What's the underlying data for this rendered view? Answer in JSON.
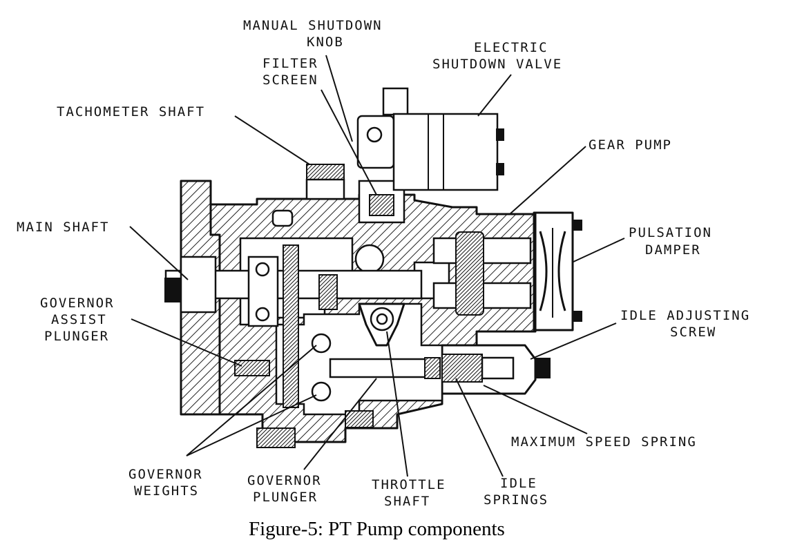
{
  "diagram": {
    "labels": {
      "manual_shutdown_knob_1": "MANUAL SHUTDOWN",
      "manual_shutdown_knob_2": "KNOB",
      "electric_shutdown_valve_1": "ELECTRIC",
      "electric_shutdown_valve_2": "SHUTDOWN VALVE",
      "filter_screen_1": "FILTER",
      "filter_screen_2": "SCREEN",
      "tachometer_shaft": "TACHOMETER SHAFT",
      "gear_pump": "GEAR PUMP",
      "main_shaft": "MAIN SHAFT",
      "pulsation_damper_1": "PULSATION",
      "pulsation_damper_2": "DAMPER",
      "governor_assist_plunger_1": "GOVERNOR",
      "governor_assist_plunger_2": "ASSIST",
      "governor_assist_plunger_3": "PLUNGER",
      "idle_adjusting_screw_1": "IDLE ADJUSTING",
      "idle_adjusting_screw_2": "SCREW",
      "maximum_speed_spring": "MAXIMUM SPEED SPRING",
      "governor_weights_1": "GOVERNOR",
      "governor_weights_2": "WEIGHTS",
      "governor_plunger_1": "GOVERNOR",
      "governor_plunger_2": "PLUNGER",
      "throttle_shaft_1": "THROTTLE",
      "throttle_shaft_2": "SHAFT",
      "idle_springs_1": "IDLE",
      "idle_springs_2": "SPRINGS"
    },
    "caption": "Figure-5: PT Pump components"
  }
}
